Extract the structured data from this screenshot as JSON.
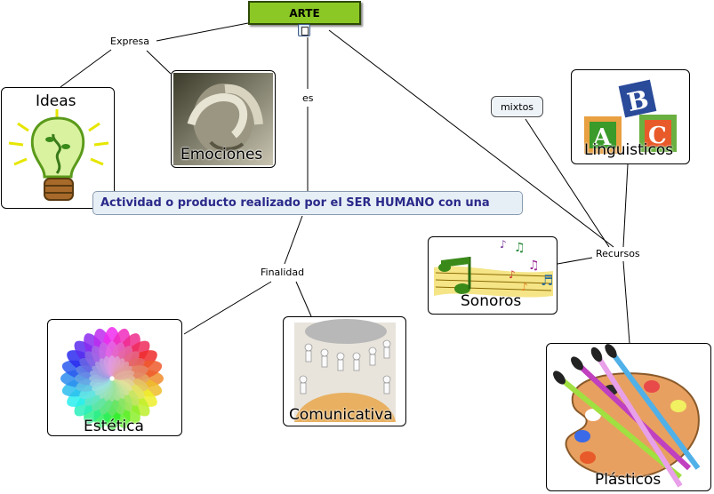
{
  "root": {
    "label": "ARTE",
    "color": "#8bc825"
  },
  "definition": {
    "text": "Actividad o producto realizado por el SER HUMANO con una"
  },
  "links": {
    "expresa": "Expresa",
    "es": "es",
    "finalidad": "Finalidad",
    "recursos": "Recursos"
  },
  "nodes": {
    "ideas": "Ideas",
    "emociones": "Emociones",
    "estetica": "Estética",
    "comunicativa": "Comunicativa",
    "linguisticos": "Linguisticos",
    "sonoros": "Sonoros",
    "plasticos": "Plásticos",
    "mixtos": "mixtos"
  },
  "blocks": {
    "a": "A",
    "b": "B",
    "c": "C"
  }
}
